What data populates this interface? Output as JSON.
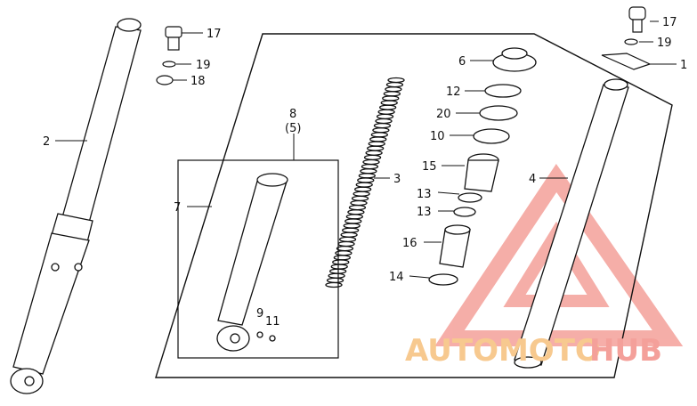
{
  "parts": {
    "p1": "1",
    "p2": "2",
    "p3": "3",
    "p4": "4",
    "p5": "(5)",
    "p6": "6",
    "p7": "7",
    "p8": "8",
    "p9": "9",
    "p10": "10",
    "p11": "11",
    "p12": "12",
    "p13a": "13",
    "p13b": "13",
    "p14": "14",
    "p15": "15",
    "p16": "16",
    "p17a": "17",
    "p17b": "17",
    "p18": "18",
    "p19a": "19",
    "p19b": "19",
    "p20": "20"
  },
  "watermark": {
    "part1": "AUTOMOTO",
    "part2": "HUB",
    "color_main": "#f4a09a",
    "color_accent": "#f7c98f"
  }
}
